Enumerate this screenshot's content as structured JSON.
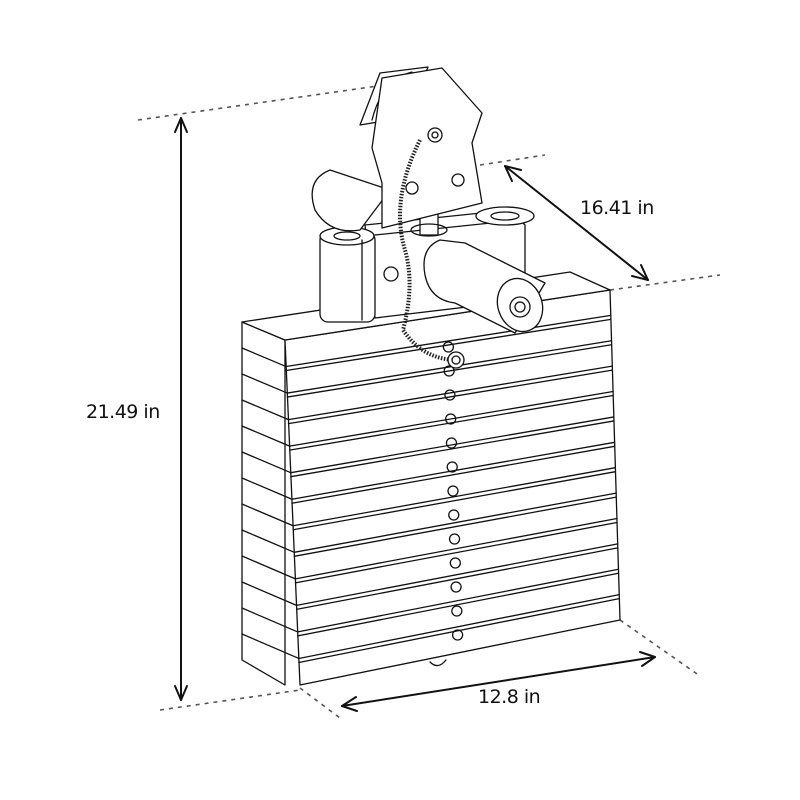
{
  "diagram": {
    "subject": "Weight stack with pulley carriage",
    "style": "black line drawing on white, isometric view",
    "background": "#ffffff",
    "line_color": "#111111",
    "plate_count": 13,
    "dimensions": {
      "height": {
        "label": "21.49 in",
        "value": 21.49,
        "unit": "in",
        "orientation": "vertical",
        "side": "left"
      },
      "depth": {
        "label": "16.41 in",
        "value": 16.41,
        "unit": "in",
        "orientation": "diagonal",
        "side": "top-right"
      },
      "width": {
        "label": "12.8 in",
        "value": 12.8,
        "unit": "in",
        "orientation": "diagonal",
        "side": "bottom"
      }
    },
    "components": [
      "pulley-housing",
      "cable-coil",
      "top-carriage",
      "guide-bushings",
      "selector-pin-handle",
      "weight-plates",
      "selector-holes"
    ]
  }
}
